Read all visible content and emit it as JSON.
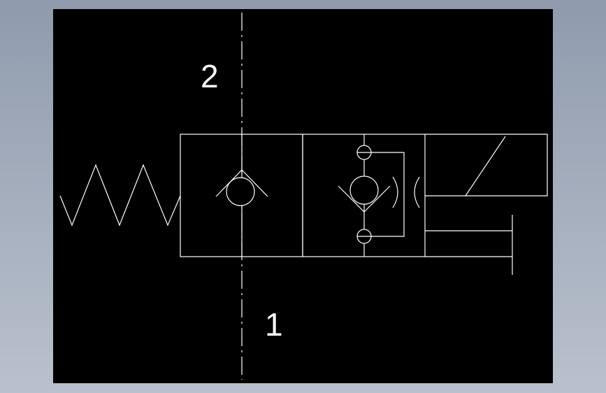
{
  "diagram": {
    "port_top_label": "2",
    "port_bottom_label": "1",
    "line_color": "#ffffff",
    "canvas_color": "#000000",
    "outer_background": "#a4aebd",
    "components": [
      {
        "name": "spring",
        "icon": "spring-icon"
      },
      {
        "name": "check-valve",
        "icon": "check-valve-icon"
      },
      {
        "name": "pilot-operated-check-valve",
        "icon": "pilot-check-valve-icon"
      },
      {
        "name": "solenoid-actuator",
        "icon": "solenoid-icon"
      },
      {
        "name": "manual-override",
        "icon": "plunger-icon"
      }
    ]
  }
}
